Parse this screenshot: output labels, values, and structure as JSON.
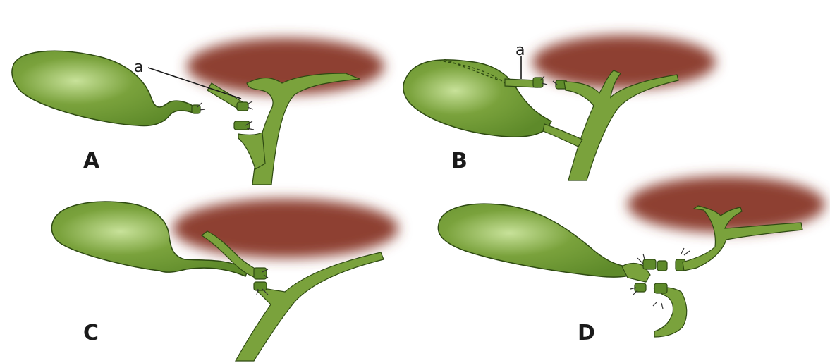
{
  "panels": {
    "a": {
      "label": "A",
      "callout": "a"
    },
    "b": {
      "label": "B",
      "callout": "a"
    },
    "c": {
      "label": "C"
    },
    "d": {
      "label": "D"
    }
  },
  "colors": {
    "bile_tissue": "#7aa23c",
    "bile_tissue_dark": "#5e8a2a",
    "highlight": "#c8e29a",
    "liver": "#8e3f31",
    "outline": "#2e4a12"
  }
}
